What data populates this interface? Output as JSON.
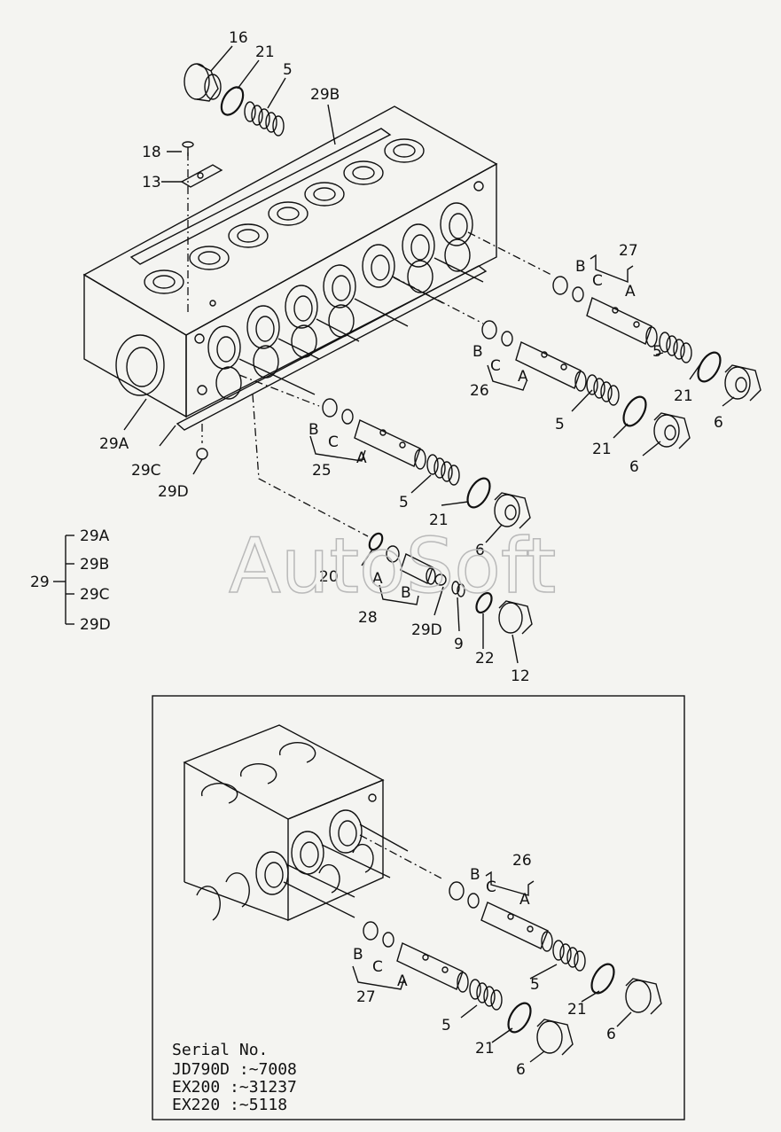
{
  "labels": {
    "p16": "16",
    "p21a": "21",
    "p5a": "5",
    "p29b": "29B",
    "p18": "18",
    "p13": "13",
    "p27": "27",
    "pB27": "B",
    "pC27": "C",
    "pA27": "A",
    "p5b": "5",
    "p21b": "21",
    "p6a": "6",
    "pB26": "B",
    "pC26": "C",
    "pA26": "A",
    "p26": "26",
    "p5c": "5",
    "p21c": "21",
    "p6b": "6",
    "p29a": "29A",
    "p29c": "29C",
    "p29d": "29D",
    "pB25": "B",
    "pC25": "C",
    "pA25": "A",
    "p25": "25",
    "p5d": "5",
    "p21d": "21",
    "p6c": "6",
    "p20": "20",
    "pA28": "A",
    "pB28": "B",
    "p28": "28",
    "p29d2": "29D",
    "p9": "9",
    "p22": "22",
    "p12": "12"
  },
  "legend": {
    "root": "29",
    "items": [
      "29A",
      "29B",
      "29C",
      "29D"
    ]
  },
  "watermark": "AutoSoft",
  "inset": {
    "labels": {
      "i26": "26",
      "iB26": "B",
      "iC26": "C",
      "iA26": "A",
      "i5a": "5",
      "i21a": "21",
      "i6a": "6",
      "iB27": "B",
      "iC27": "C",
      "iA27": "A",
      "i27": "27",
      "i5b": "5",
      "i21b": "21",
      "i6b": "6"
    },
    "serial": {
      "title": "Serial  No.",
      "rows": [
        "JD790D :~7008",
        "EX200  :~31237",
        "EX220  :~5118"
      ]
    }
  }
}
